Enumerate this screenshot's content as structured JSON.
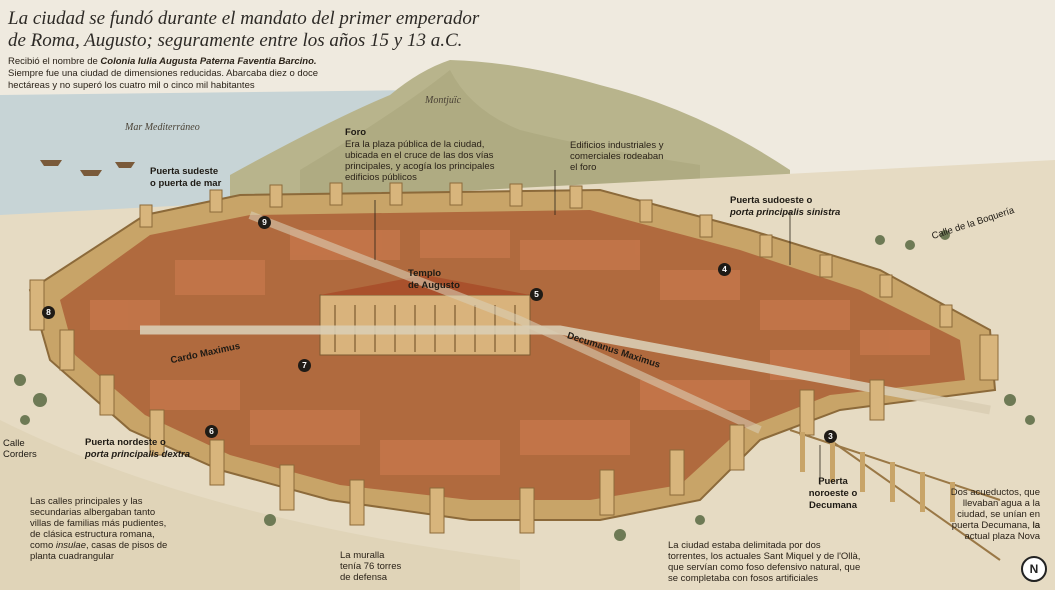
{
  "header": {
    "title_line1": "La ciudad se fundó durante el mandato del primer emperador",
    "title_line2": "de Roma, Augusto; seguramente entre los años 15 y 13 a.C.",
    "intro_prefix": "Recibió el nombre de ",
    "intro_name": "Colonia Iulia Augusta Paterna Faventia Barcino.",
    "intro_line2": "Siempre fue una ciudad de dimensiones reducidas. Abarcaba diez o doce",
    "intro_line3": "hectáreas y no superó los cuatro mil o cinco mil habitantes"
  },
  "places": {
    "montjuic": "Montjuïc",
    "mar": "Mar Mediterráneo",
    "boqueria": "Calle de la Boquería",
    "corders": "Calle Corders"
  },
  "labels": {
    "foro_title": "Foro",
    "foro_l1": "Era la plaza pública de la ciudad,",
    "foro_l2": "ubicada en el cruce de las dos vías",
    "foro_l3": "principales, y acogía los principales",
    "foro_l4": "edificios públicos",
    "industrial_l1": "Edificios industriales y",
    "industrial_l2": "comerciales rodeaban",
    "industrial_l3": "el foro",
    "sudeste_l1": "Puerta sudeste",
    "sudeste_l2": "o puerta de mar",
    "sudoeste_l1": "Puerta sudoeste o",
    "sudoeste_l2": "porta principalis sinistra",
    "templo_l1": "Templo",
    "templo_l2": "de Augusto",
    "cardo": "Cardo Maximus",
    "decumanus": "Decumanus Maximus",
    "nordeste_l1": "Puerta nordeste o",
    "nordeste_l2": "porta principalis dextra",
    "noroeste_l1": "Puerta",
    "noroeste_l2": "noroeste o",
    "noroeste_l3": "Decumana"
  },
  "notes": {
    "calles_l1": "Las calles principales y las",
    "calles_l2": "secundarias albergaban tanto",
    "calles_l3": "villas de familias más pudientes,",
    "calles_l4": "de clásica estructura romana,",
    "calles_l5a": "como ",
    "calles_l5b": "insulae",
    "calles_l5c": ", casas de pisos de",
    "calles_l6": "planta cuadrangular",
    "muralla_l1": "La muralla",
    "muralla_l2": "tenía 76 torres",
    "muralla_l3": "de defensa",
    "limit_l1": "La ciudad estaba delimitada por dos",
    "limit_l2": "torrentes, los actuales Sant Miquel y de l'Ollà,",
    "limit_l3": "que servían como foso defensivo natural, que",
    "limit_l4": "se completaba con fosos artificiales",
    "acued_l1": "Dos acueductos, que",
    "acued_l2": "llevaban agua a la",
    "acued_l3": "ciudad, se unían en la",
    "acued_l4": "puerta Decumana, la",
    "acued_l5": "actual plaza Nova"
  },
  "markers": [
    "3",
    "4",
    "5",
    "6",
    "7",
    "8",
    "9"
  ],
  "logo": "N",
  "colors": {
    "sea": "#c9d6d8",
    "hill": "#b9b58e",
    "wall": "#c9a66b",
    "roof": "#a9512c",
    "ground": "#e7dcc4"
  }
}
